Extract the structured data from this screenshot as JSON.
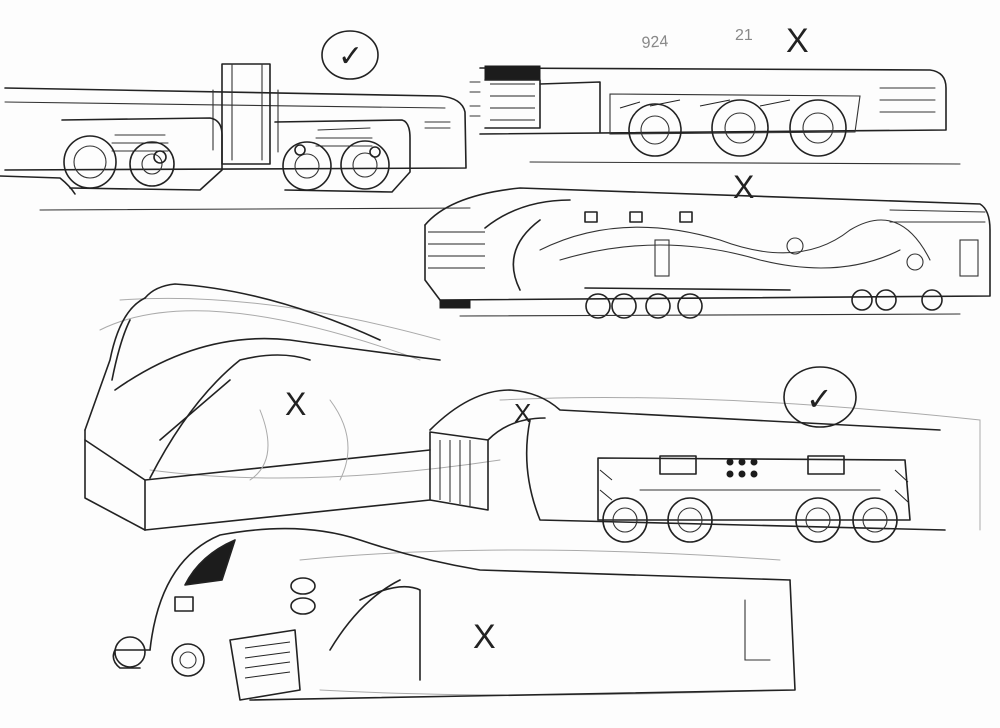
{
  "sheet": {
    "paper_color": "#fdfdfd",
    "ink_color": "#222222",
    "pencil_color": "#aaaaaa"
  },
  "annotations": {
    "pencil_note_1": "924",
    "pencil_note_2": "21"
  },
  "sketches": [
    {
      "id": "sketch-1",
      "subject": "locomotive side elevation",
      "mark": "check",
      "mark_text": "✓"
    },
    {
      "id": "sketch-2",
      "subject": "streamlined locomotive side elevation",
      "mark": "cross",
      "mark_text": "X"
    },
    {
      "id": "sketch-3",
      "subject": "streamlined locomotive side elevation with swirl livery",
      "mark": "cross",
      "mark_text": "X"
    },
    {
      "id": "sketch-4",
      "subject": "perspective nose study",
      "mark": "cross",
      "mark_text": "X"
    },
    {
      "id": "sketch-5",
      "subject": "locomotive with skirted wheels",
      "mark": "check",
      "mark_text": "✓"
    },
    {
      "id": "sketch-6",
      "subject": "perspective front study with headlights",
      "mark": "cross",
      "mark_text": "X"
    }
  ]
}
